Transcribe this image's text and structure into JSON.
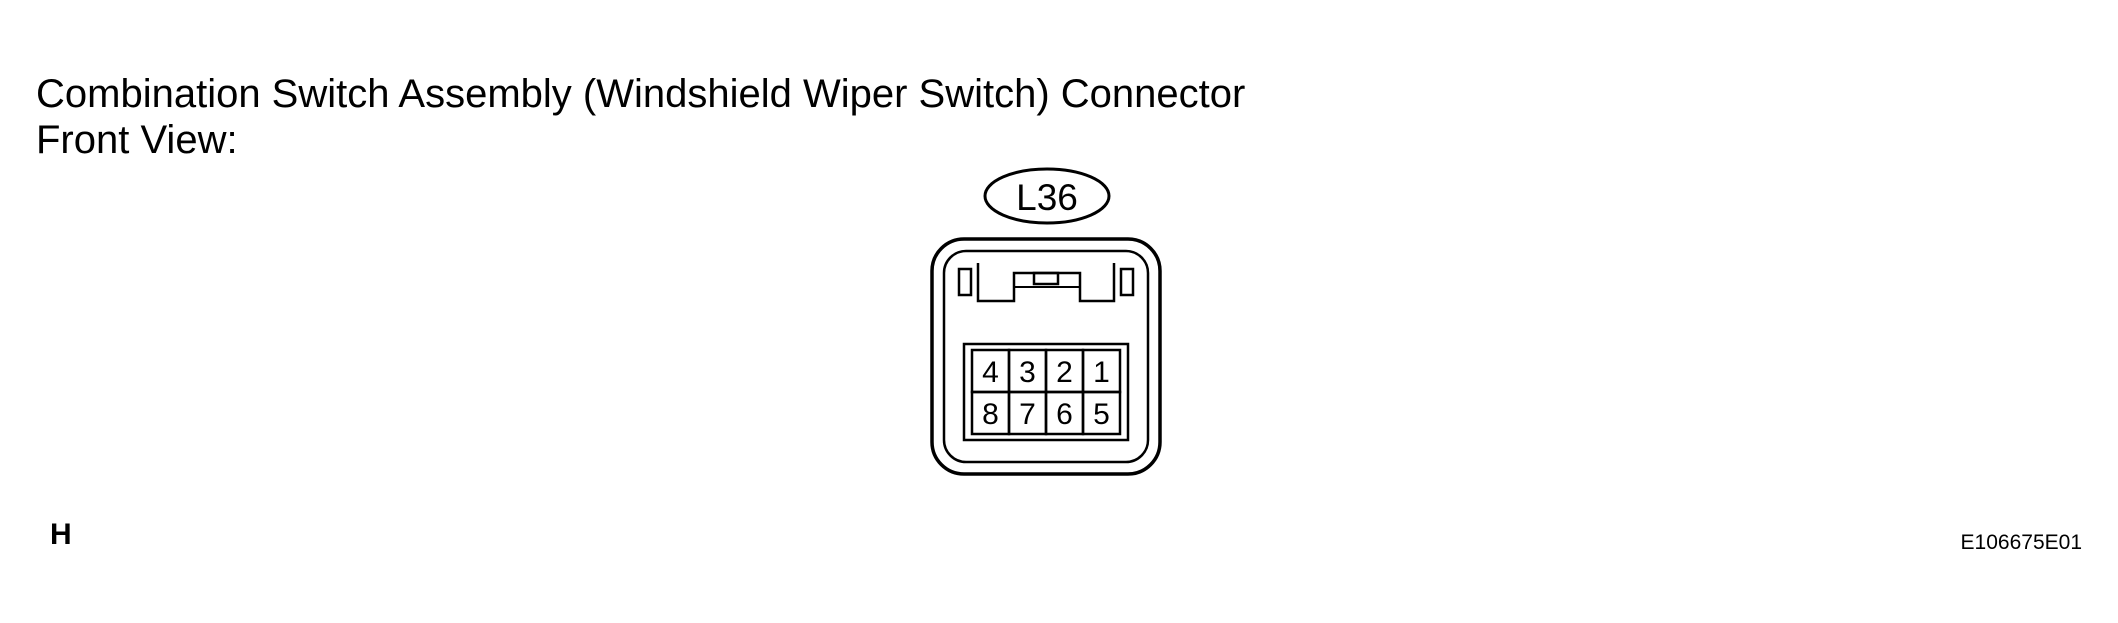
{
  "header": {
    "title_line1": "Combination Switch Assembly (Windshield Wiper Switch) Connector",
    "title_line2": "Front View:"
  },
  "connector": {
    "code": "L36",
    "pins_top_row": [
      "4",
      "3",
      "2",
      "1"
    ],
    "pins_bottom_row": [
      "8",
      "7",
      "6",
      "5"
    ]
  },
  "footer": {
    "section_code": "H",
    "figure_id": "E106675E01"
  },
  "colors": {
    "line": "#000000",
    "background": "#ffffff"
  }
}
